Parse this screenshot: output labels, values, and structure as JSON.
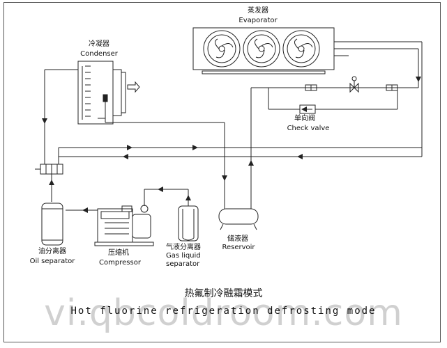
{
  "labels": {
    "evaporator_cn": "蒸发器",
    "evaporator_en": "Evaporator",
    "condenser_cn": "冷凝器",
    "condenser_en": "Condenser",
    "check_valve_cn": "单向阀",
    "check_valve_en": "Check valve",
    "oil_separator_cn": "油分离器",
    "oil_separator_en": "Oil separator",
    "compressor_cn": "压缩机",
    "compressor_en": "Compressor",
    "gas_liquid_cn": "气液分离器",
    "gas_liquid_en_1": "Gas liquid",
    "gas_liquid_en_2": "separator",
    "reservoir_cn": "储液器",
    "reservoir_en": "Reservoir"
  },
  "caption": {
    "title_cn": "热氟制冷融霜模式",
    "title_en": "Hot fluorine refrigeration defrosting mode"
  },
  "watermark": "vi.qbcoldroom.com",
  "colors": {
    "line": "#222222",
    "background": "#ffffff",
    "watermark": "#969696"
  }
}
